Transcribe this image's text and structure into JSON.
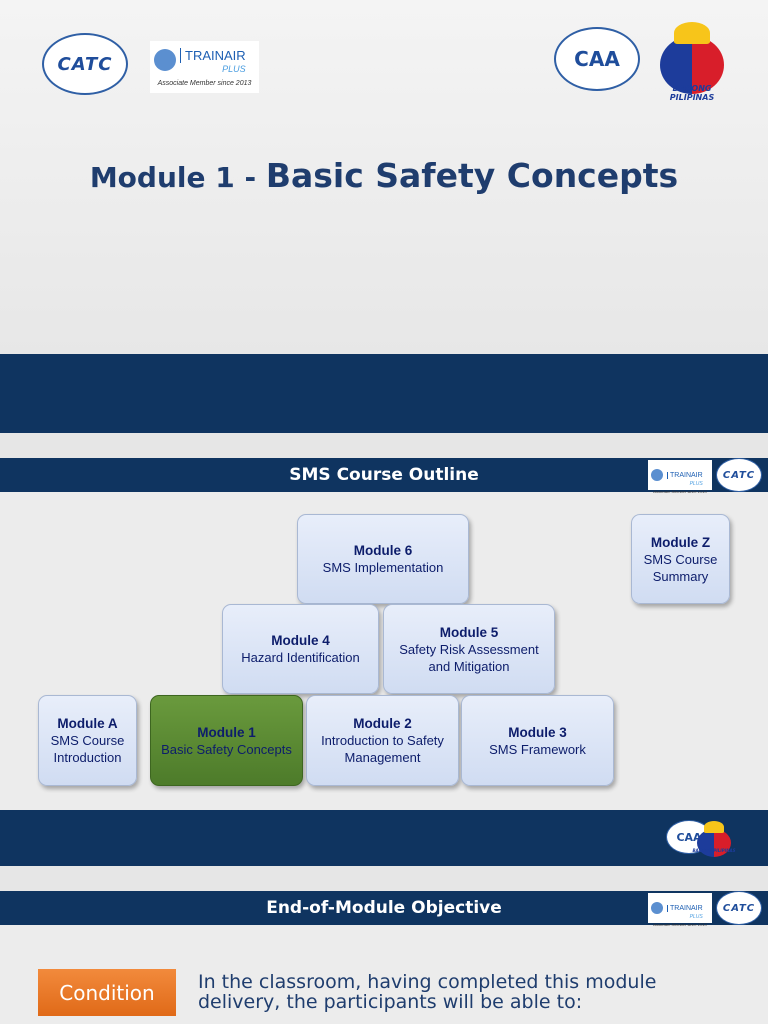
{
  "slide1": {
    "title_part1": "Module 1 - ",
    "title_part2": "Basic Safety Concepts",
    "catc_logo_text": "CATC",
    "trainair_name": "TRAINAIR",
    "trainair_plus": "PLUS",
    "trainair_since": "Associate Member since 2013",
    "caa_logo_text": "CAA",
    "bagong_pilipinas": "BAGONG PILIPINAS"
  },
  "slide2": {
    "header": "SMS Course Outline",
    "modules": {
      "m6": {
        "title": "Module 6",
        "desc": "SMS Implementation"
      },
      "mz": {
        "title": "Module Z",
        "desc": "SMS Course Summary"
      },
      "m4": {
        "title": "Module 4",
        "desc": "Hazard Identification"
      },
      "m5": {
        "title": "Module 5",
        "desc": "Safety Risk Assessment and Mitigation"
      },
      "ma": {
        "title": "Module A",
        "desc": "SMS Course Introduction"
      },
      "m1": {
        "title": "Module 1",
        "desc": "Basic Safety Concepts"
      },
      "m2": {
        "title": "Module 2",
        "desc": "Introduction to Safety Management"
      },
      "m3": {
        "title": "Module 3",
        "desc": "SMS Framework"
      }
    }
  },
  "slide3": {
    "header": "End-of-Module Objective",
    "condition_label": "Condition",
    "condition_text": "In the classroom, having completed this module delivery, the participants will be able to:"
  },
  "colors": {
    "navy": "#0f3460",
    "title_blue": "#1f3d6e",
    "active_green": "#5a8a32",
    "condition_orange": "#e8772a"
  }
}
